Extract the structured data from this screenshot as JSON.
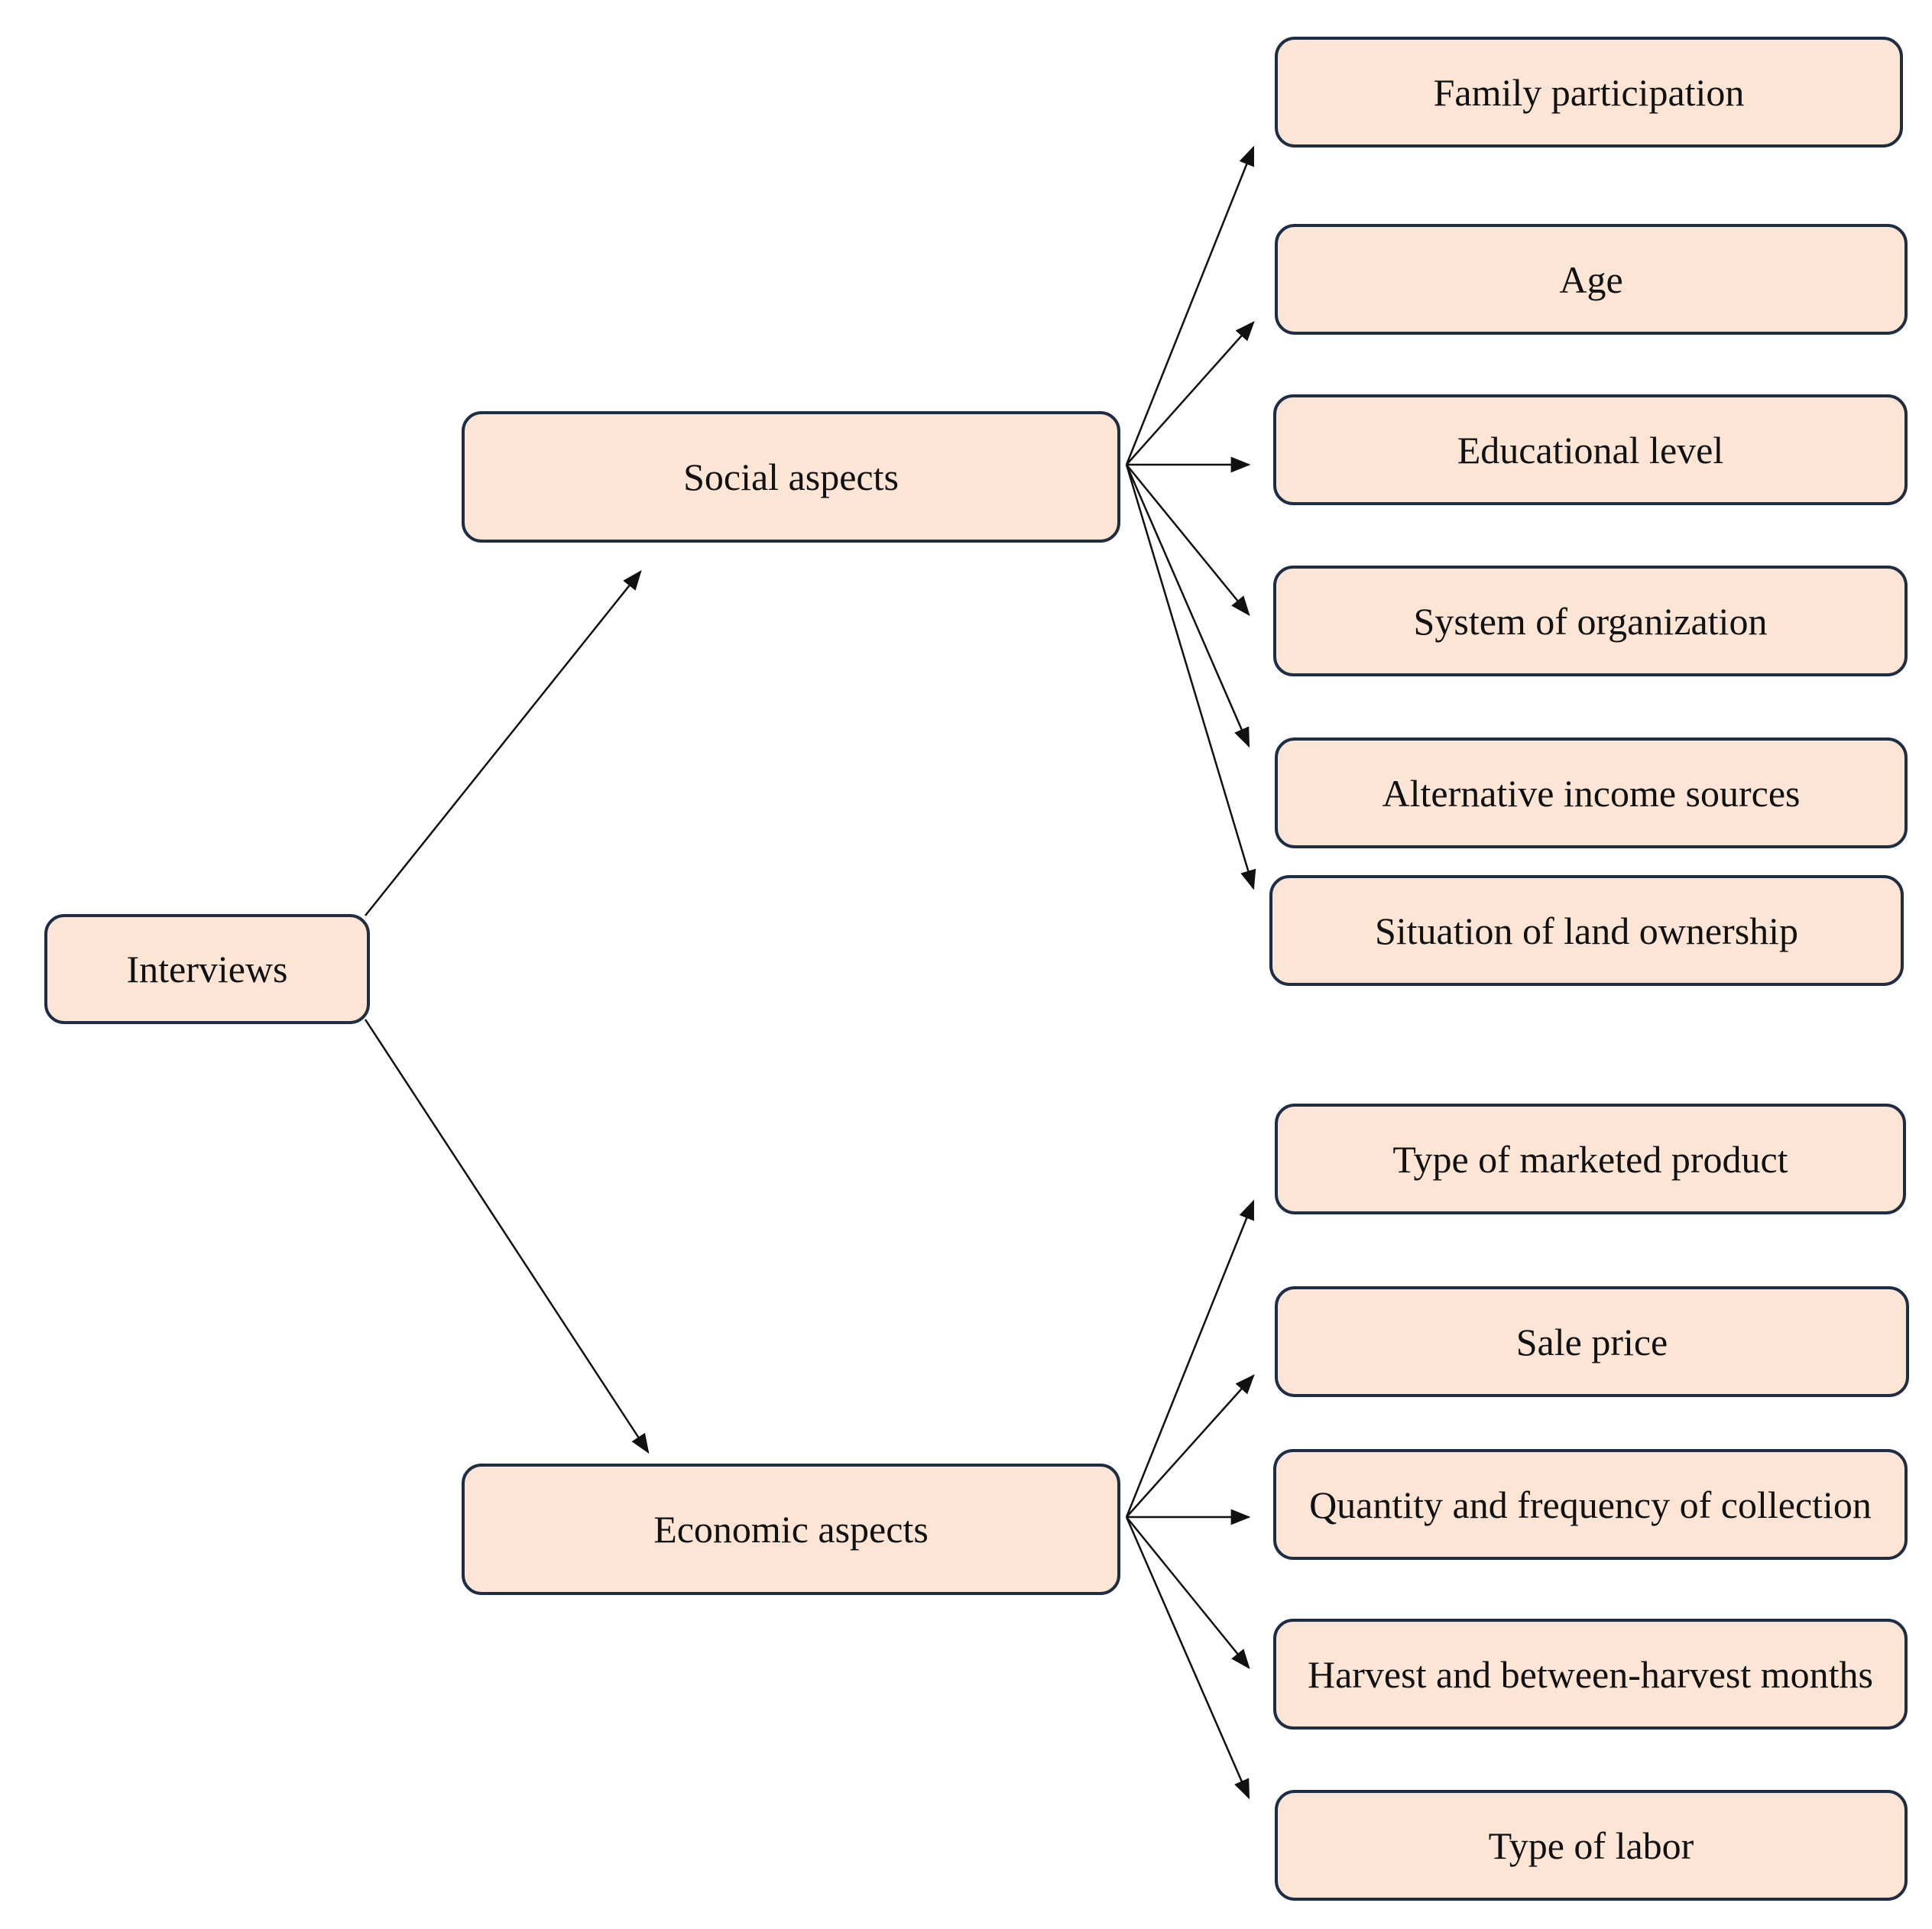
{
  "diagram": {
    "root": {
      "label": "Interviews"
    },
    "branches": [
      {
        "label": "Social aspects",
        "items": [
          "Family participation",
          "Age",
          "Educational level",
          "System of organization",
          "Alternative income sources",
          "Situation of land ownership"
        ]
      },
      {
        "label": "Economic aspects",
        "items": [
          "Type of marketed product",
          "Sale price",
          "Quantity and frequency of collection",
          "Harvest and between-harvest months",
          "Type of labor"
        ]
      }
    ],
    "colors": {
      "node_fill": "#fde5d6",
      "node_border": "#1f2d44",
      "arrow": "#111111"
    }
  }
}
